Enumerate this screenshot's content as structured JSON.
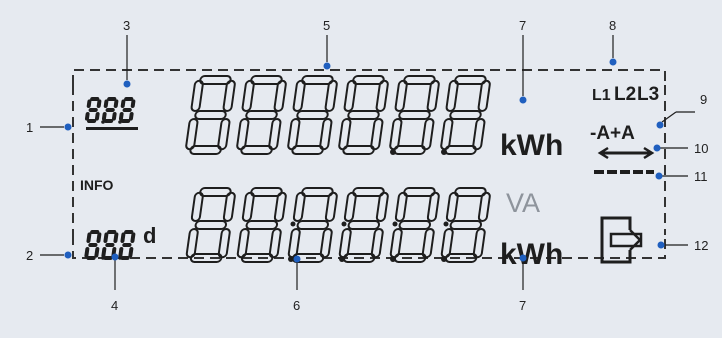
{
  "callouts": [
    "1",
    "2",
    "3",
    "4",
    "5",
    "6",
    "7",
    "7",
    "8",
    "9",
    "10",
    "11",
    "12"
  ],
  "lcd": {
    "top_unit": "kWh",
    "va_unit": "VA",
    "bottom_unit": "kWh",
    "phases": [
      "L1",
      "L2",
      "L3"
    ],
    "direction": "-A+A",
    "info": "INFO",
    "day_suffix": "d"
  },
  "colors": {
    "background": "#e6eaf0",
    "segment": "#1e1e1e",
    "callout_dot": "#1f5fbf",
    "frame_dash": "#333333",
    "va_gray": "#8e949c"
  }
}
